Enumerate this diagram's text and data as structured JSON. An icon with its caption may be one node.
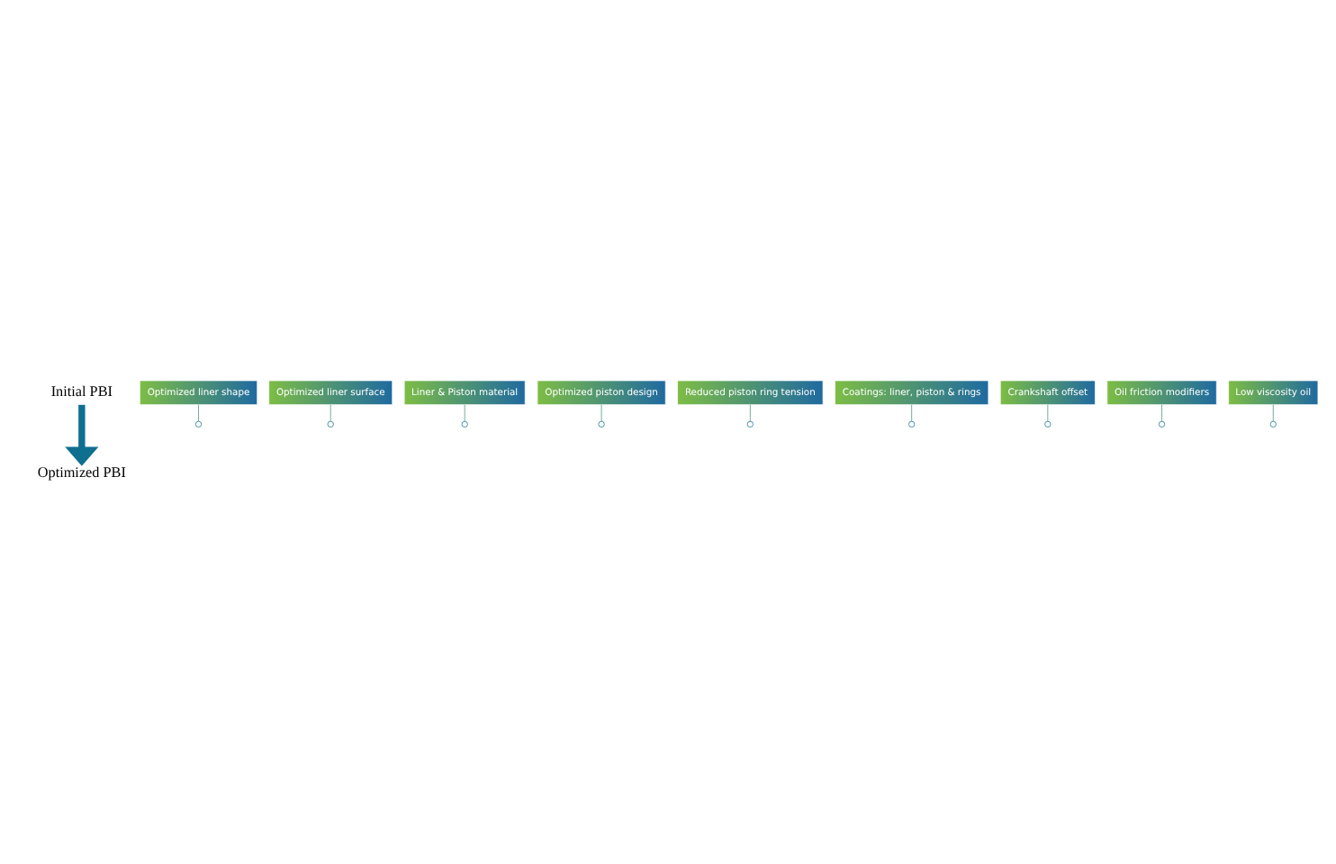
{
  "diagram": {
    "nodes": [
      {
        "text": [
          "Initial PBI"
        ]
      },
      {
        "text": [
          "Optimized liner shape"
        ]
      },
      {
        "text": [
          "Optimized liner surface"
        ]
      },
      {
        "text": [
          "Liner & Piston material"
        ]
      },
      {
        "text": [
          "Optimized piston design"
        ]
      },
      {
        "text": [
          "Reduced piston ring tension"
        ]
      },
      {
        "text": [
          "Coatings: liner, piston & rings"
        ]
      },
      {
        "text": [
          "Crankshaft offset"
        ]
      },
      {
        "text": [
          "Oil friction modifiers"
        ]
      },
      {
        "text": [
          "Low viscosity oil"
        ]
      },
      {
        "text": [
          "Optimized PBI"
        ]
      }
    ],
    "edges": [
      {
        "from": 0,
        "to": 10,
        "arrow": "to",
        "style": "thick",
        "color": "#0f6f8f"
      },
      {
        "from": 1,
        "to": null,
        "arrow": "none"
      },
      {
        "from": 2,
        "to": null,
        "arrow": "none"
      },
      {
        "from": 3,
        "to": null,
        "arrow": "none"
      },
      {
        "from": 4,
        "to": null,
        "arrow": "none"
      },
      {
        "from": 5,
        "to": null,
        "arrow": "none"
      },
      {
        "from": 6,
        "to": null,
        "arrow": "none"
      },
      {
        "from": 7,
        "to": null,
        "arrow": "none"
      },
      {
        "from": 8,
        "to": null,
        "arrow": "none"
      },
      {
        "from": 9,
        "to": null,
        "arrow": "none"
      }
    ]
  }
}
